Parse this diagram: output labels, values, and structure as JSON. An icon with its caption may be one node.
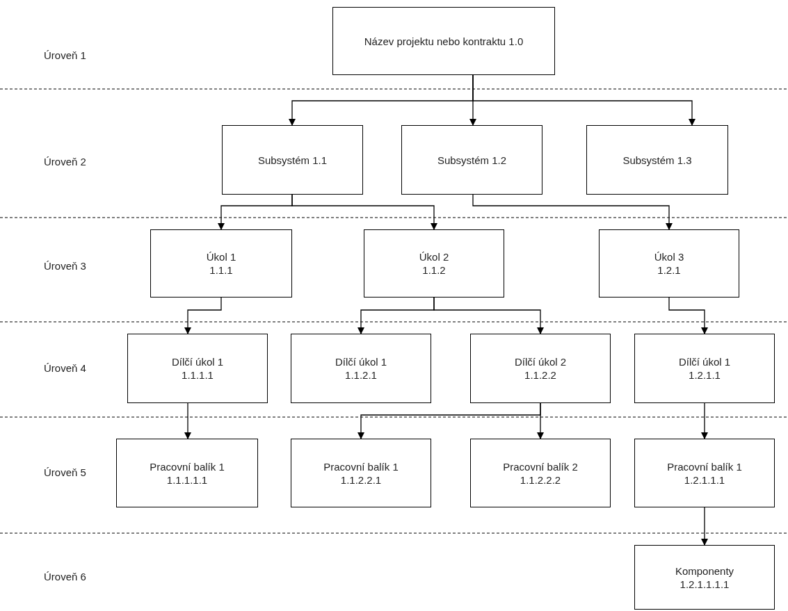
{
  "diagram": {
    "nodes": [
      {
        "text": [
          "Název projektu nebo kontraktu 1.0"
        ]
      },
      {
        "text": [
          "Subsystém 1.1"
        ]
      },
      {
        "text": [
          "Subsystém 1.2"
        ]
      },
      {
        "text": [
          "Subsystém 1.3"
        ]
      },
      {
        "text": [
          "Úkol 1",
          "1.1.1"
        ]
      },
      {
        "text": [
          "Úkol 2",
          "1.1.2"
        ]
      },
      {
        "text": [
          "Úkol 3",
          "1.2.1"
        ]
      },
      {
        "text": [
          "Dílčí úkol 1",
          "1.1.1.1"
        ]
      },
      {
        "text": [
          "Dílčí úkol 1",
          "1.1.2.1"
        ]
      },
      {
        "text": [
          "Dílčí úkol 2",
          "1.1.2.2"
        ]
      },
      {
        "text": [
          "Dílčí úkol 1",
          "1.2.1.1"
        ]
      },
      {
        "text": [
          "Pracovní balík 1",
          "1.1.1.1.1"
        ]
      },
      {
        "text": [
          "Pracovní balík 1",
          "1.1.2.2.1"
        ]
      },
      {
        "text": [
          "Pracovní balík 2",
          "1.1.2.2.2"
        ]
      },
      {
        "text": [
          "Pracovní balík 1",
          "1.2.1.1.1"
        ]
      },
      {
        "text": [
          "Komponenty",
          "1.2.1.1.1.1"
        ]
      }
    ],
    "edges": [
      {
        "from": 0,
        "to": 1,
        "arrow": "to"
      },
      {
        "from": 0,
        "to": 2,
        "arrow": "to"
      },
      {
        "from": 0,
        "to": 3,
        "arrow": "to"
      },
      {
        "from": 1,
        "to": 4,
        "arrow": "to"
      },
      {
        "from": 1,
        "to": 5,
        "arrow": "to"
      },
      {
        "from": 2,
        "to": 6,
        "arrow": "to"
      },
      {
        "from": 4,
        "to": 7,
        "arrow": "to"
      },
      {
        "from": 5,
        "to": 8,
        "arrow": "to"
      },
      {
        "from": 5,
        "to": 9,
        "arrow": "to"
      },
      {
        "from": 6,
        "to": 10,
        "arrow": "to"
      },
      {
        "from": 7,
        "to": 11,
        "arrow": "to"
      },
      {
        "from": 9,
        "to": 12,
        "arrow": "to"
      },
      {
        "from": 9,
        "to": 13,
        "arrow": "to"
      },
      {
        "from": 10,
        "to": 14,
        "arrow": "to"
      },
      {
        "from": 14,
        "to": 15,
        "arrow": "to"
      }
    ],
    "labels": [
      "Úroveň 1",
      "Úroveň 2",
      "Úroveň 3",
      "Úroveň 4",
      "Úroveň 5",
      "Úroveň 6"
    ]
  }
}
